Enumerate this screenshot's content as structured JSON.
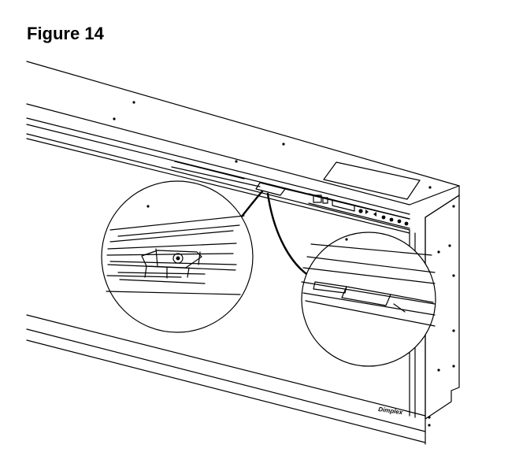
{
  "figure": {
    "title": "Figure 14",
    "brand_label": "Dimplex"
  },
  "colors": {
    "line": "#000000",
    "background": "#ffffff"
  },
  "icons": [
    "logo-dimplex"
  ]
}
